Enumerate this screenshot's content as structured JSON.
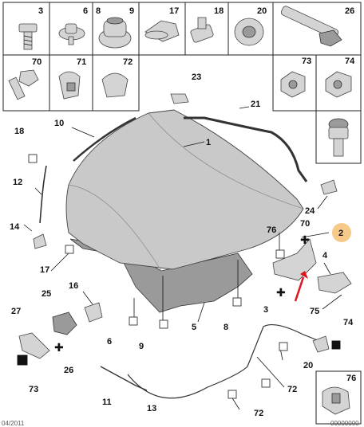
{
  "grid_top": [
    "3",
    "6",
    "8",
    "9",
    "17",
    "18",
    "20",
    "26"
  ],
  "grid_second": [
    "70",
    "71",
    "72"
  ],
  "grid_right": [
    "73",
    "74"
  ],
  "callouts": {
    "c1": "1",
    "c2": "2",
    "c3": "3",
    "c4": "4",
    "c5": "5",
    "c6": "6",
    "c8": "8",
    "c9": "9",
    "c10": "10",
    "c11": "11",
    "c12": "12",
    "c13": "13",
    "c14": "14",
    "c16": "16",
    "c17": "17",
    "c18": "18",
    "c20": "20",
    "c21": "21",
    "c23": "23",
    "c24": "24",
    "c25": "25",
    "c26": "26",
    "c27": "27",
    "c70": "70",
    "c72a": "72",
    "c72b": "72",
    "c73": "73",
    "c74": "74",
    "c75": "75",
    "c76": "76"
  },
  "inset_label": "76",
  "highlight_color": "#f7c98a",
  "arrow_color": "#e0141c",
  "corner_left": "04/2011",
  "corner_right": "00000000"
}
